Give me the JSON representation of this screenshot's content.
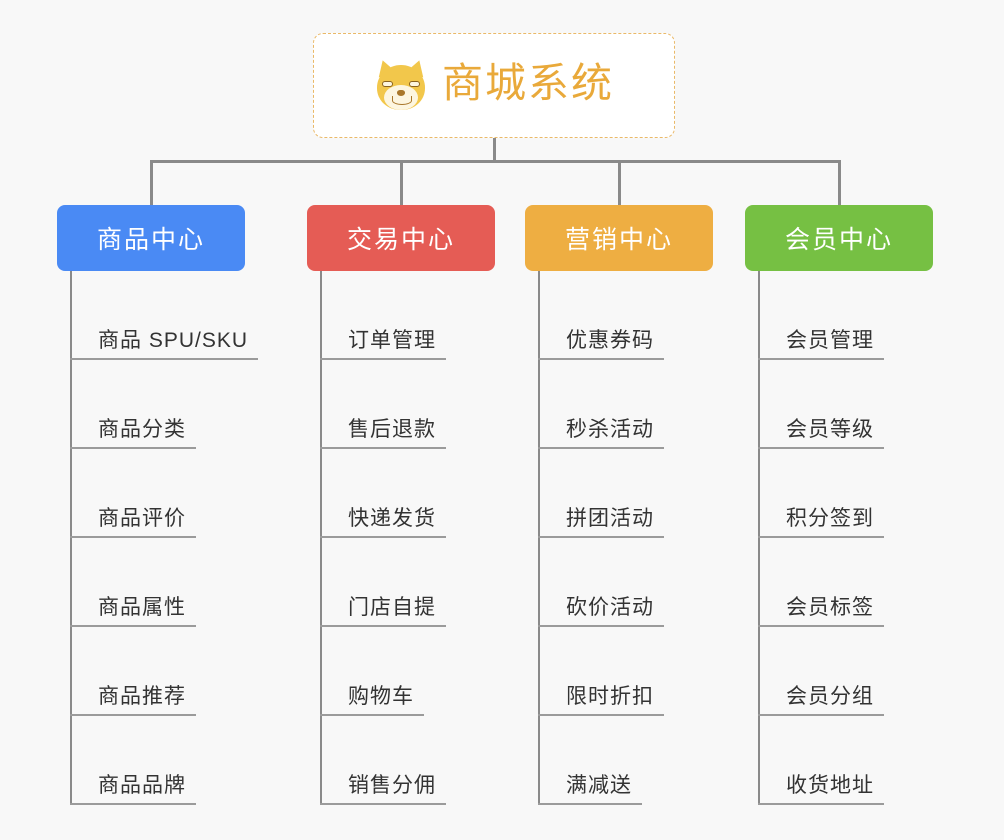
{
  "background_color": "#f8f8f8",
  "connector_color": "#8a8a8a",
  "root": {
    "title": "商城系统",
    "icon": "shiba-dog-face-emoji",
    "title_color": "#e9a93a",
    "border_color": "#eab968",
    "border_style": "dashed"
  },
  "columns": [
    {
      "id": "product-center",
      "label": "商品中心",
      "color": "#4a8af4",
      "items": [
        {
          "label": "商品 SPU/SKU"
        },
        {
          "label": "商品分类"
        },
        {
          "label": "商品评价"
        },
        {
          "label": "商品属性"
        },
        {
          "label": "商品推荐"
        },
        {
          "label": "商品品牌"
        }
      ]
    },
    {
      "id": "trade-center",
      "label": "交易中心",
      "color": "#e55c55",
      "items": [
        {
          "label": "订单管理"
        },
        {
          "label": "售后退款"
        },
        {
          "label": "快递发货"
        },
        {
          "label": "门店自提"
        },
        {
          "label": "购物车"
        },
        {
          "label": "销售分佣"
        }
      ]
    },
    {
      "id": "marketing-center",
      "label": "营销中心",
      "color": "#eeae42",
      "items": [
        {
          "label": "优惠券码"
        },
        {
          "label": "秒杀活动"
        },
        {
          "label": "拼团活动"
        },
        {
          "label": "砍价活动"
        },
        {
          "label": "限时折扣"
        },
        {
          "label": "满减送"
        }
      ]
    },
    {
      "id": "member-center",
      "label": "会员中心",
      "color": "#76c043",
      "items": [
        {
          "label": "会员管理"
        },
        {
          "label": "会员等级"
        },
        {
          "label": "积分签到"
        },
        {
          "label": "会员标签"
        },
        {
          "label": "会员分组"
        },
        {
          "label": "收货地址"
        }
      ]
    }
  ]
}
